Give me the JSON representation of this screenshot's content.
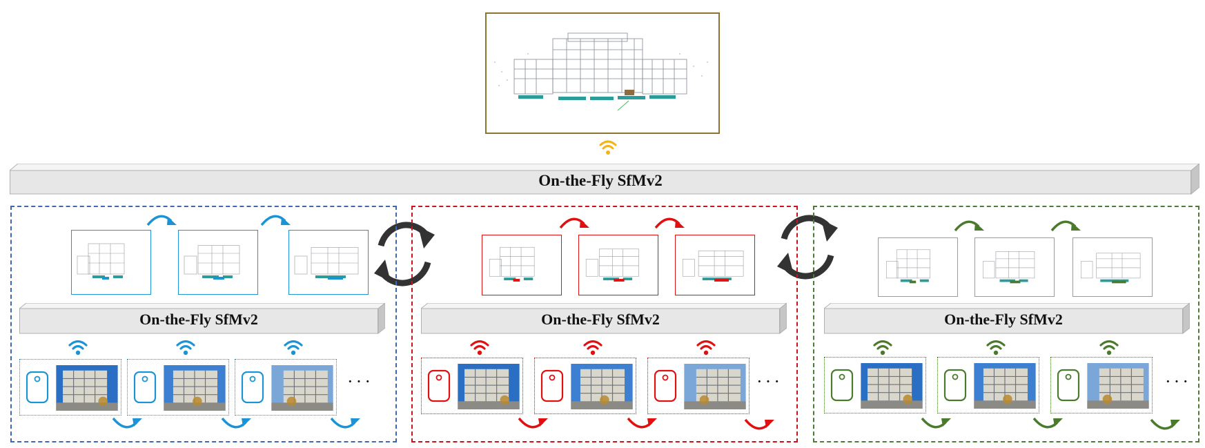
{
  "main_title": "On-the-Fly SfMv2",
  "colors": {
    "wifi_top": "#f2b416",
    "bar_fill": "#e7e7e7",
    "bar_side": "#c6c6c6",
    "bar_top": "#f4f4f4",
    "cycle_arrow": "#333333",
    "top_border": "#8a7430"
  },
  "groups": [
    {
      "id": "blue",
      "color": "#1b93d4",
      "panel_border": "#3e67b0",
      "title": "On-the-Fly SfMv2",
      "ellipsis": "···"
    },
    {
      "id": "red",
      "color": "#e01010",
      "panel_border": "#c6141a",
      "title": "On-the-Fly SfMv2",
      "ellipsis": "···"
    },
    {
      "id": "green",
      "color": "#4a7a2c",
      "panel_border": "#4d7a37",
      "title": "On-the-Fly SfMv2",
      "ellipsis": "···"
    }
  ],
  "icons": [
    "wifi-icon",
    "phone-icon",
    "curved-arrow-icon",
    "cycle-arrows-icon"
  ]
}
